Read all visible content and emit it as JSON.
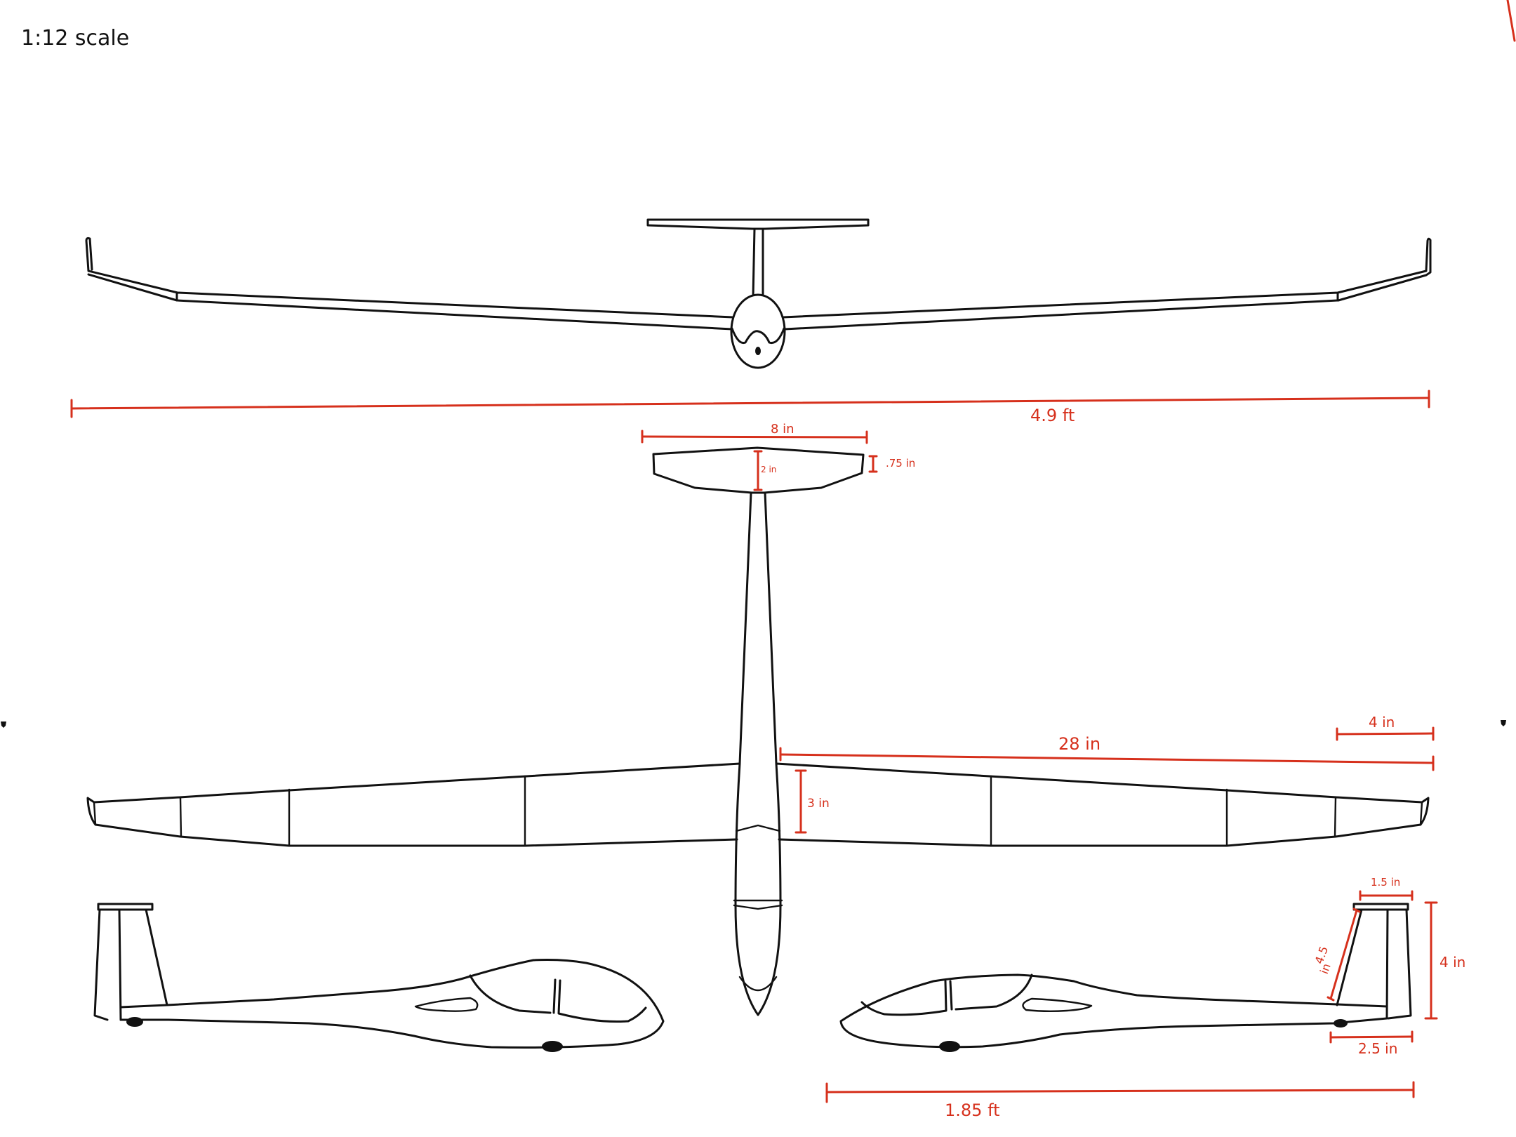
{
  "sheet": {
    "scale_label": "1:12 scale",
    "accent_color": "#d6301c",
    "ink_color": "#111111"
  },
  "views": {
    "front": {
      "name": "front-view"
    },
    "top": {
      "name": "top-view"
    },
    "side_left": {
      "name": "side-view-left"
    },
    "side_right": {
      "name": "side-view-right"
    }
  },
  "dimensions": {
    "wingspan": "4.9 ft",
    "htail_span": "8 in",
    "htail_root_chord": "2 in",
    "htail_tip_chord": ".75 in",
    "half_span": "28 in",
    "wingtip_section": "4 in",
    "wing_root_chord": "3 in",
    "fin_top_chord": "1.5 in",
    "fin_leading_edge_top": "4.5",
    "fin_leading_edge_bottom": "in",
    "fin_height": "4 in",
    "fin_root_chord": "2.5 in",
    "fuselage_length": "1.85 ft"
  }
}
